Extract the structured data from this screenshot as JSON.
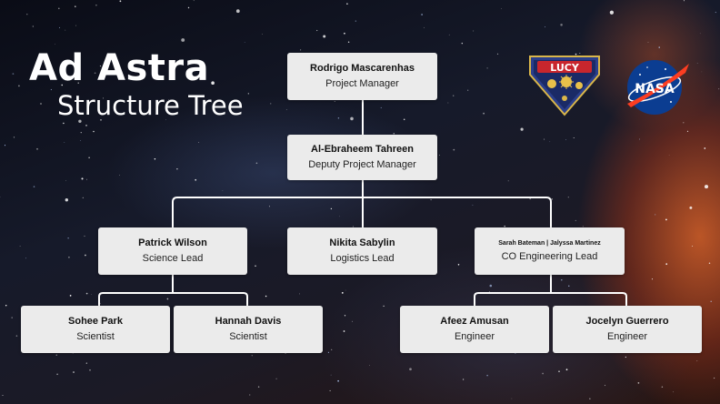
{
  "title": "Ad Astra",
  "subtitle": "Structure Tree",
  "logos": {
    "lucy": {
      "text": "LUCY",
      "color": "#c8262d"
    },
    "nasa": {
      "text": "NASA",
      "color": "#0b3d91",
      "accent": "#fc3d21"
    }
  },
  "nodes": {
    "project_manager": {
      "name": "Rodrigo Mascarenhas",
      "role": "Project Manager"
    },
    "deputy_pm": {
      "name": "Al-Ebraheem Tahreen",
      "role": "Deputy Project Manager"
    },
    "science_lead": {
      "name": "Patrick Wilson",
      "role": "Science Lead"
    },
    "logistics_lead": {
      "name": "Nikita Sabylin",
      "role": "Logistics Lead"
    },
    "co_eng_lead": {
      "name": "Sarah Bateman | Jalyssa Martinez",
      "role": "CO Engineering Lead"
    },
    "scientist_1": {
      "name": "Sohee Park",
      "role": "Scientist"
    },
    "scientist_2": {
      "name": "Hannah Davis",
      "role": "Scientist"
    },
    "engineer_1": {
      "name": "Afeez Amusan",
      "role": "Engineer"
    },
    "engineer_2": {
      "name": "Jocelyn Guerrero",
      "role": "Engineer"
    }
  }
}
